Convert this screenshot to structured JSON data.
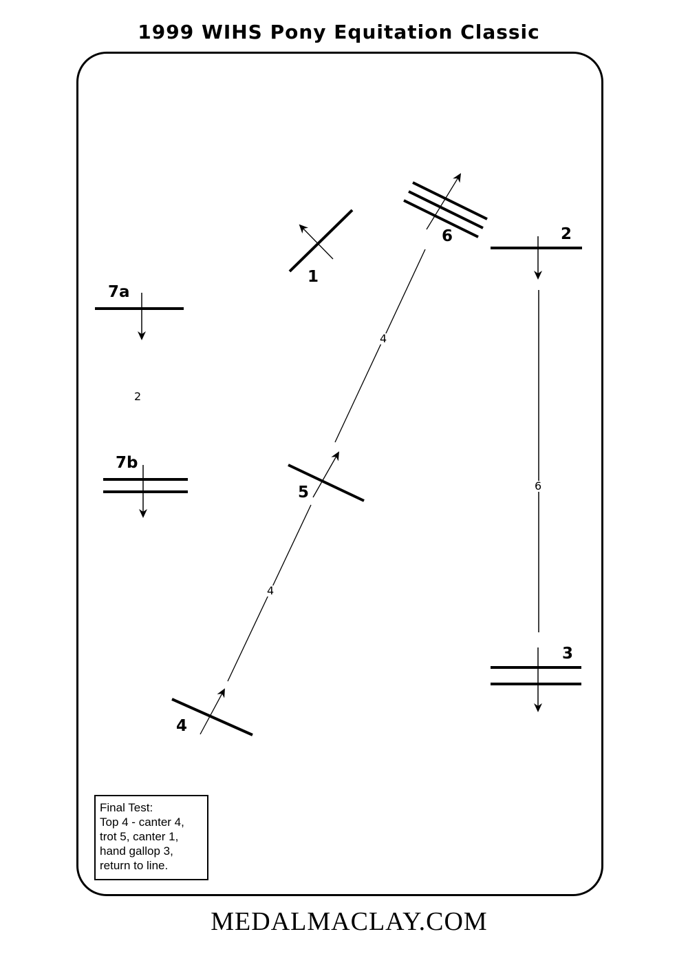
{
  "title": "1999 WIHS Pony Equitation Classic",
  "footer": "MEDALMACLAY.COM",
  "jumps": {
    "j1": "1",
    "j2": "2",
    "j3": "3",
    "j4": "4",
    "j5": "5",
    "j6": "6",
    "j7a": "7a",
    "j7b": "7b"
  },
  "strides": {
    "s4_5": "4",
    "s5_6": "4",
    "s2_3": "6",
    "s7a_7b": "2"
  },
  "final_test": {
    "heading": "Final Test:",
    "lines": [
      "Top 4 - canter 4,",
      "trot 5, canter 1,",
      "hand gallop 3,",
      "return to line."
    ]
  }
}
